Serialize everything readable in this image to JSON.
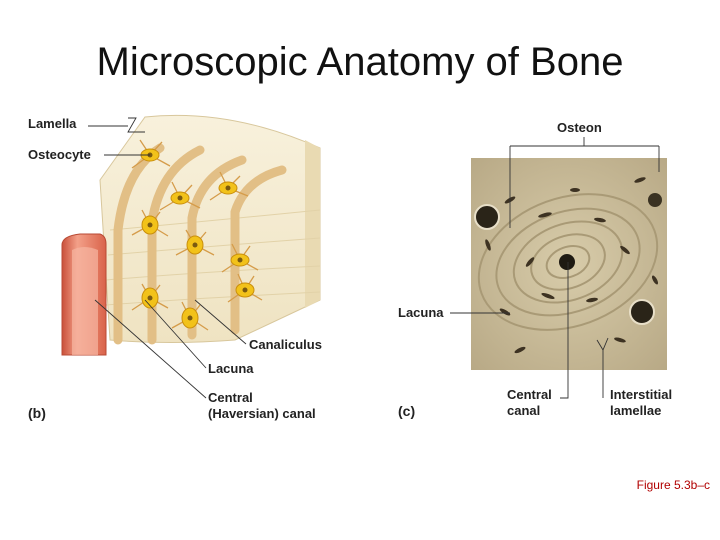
{
  "title": "Microscopic Anatomy of Bone",
  "panel_b": {
    "tag": "(b)",
    "labels": {
      "lamella": "Lamella",
      "osteocyte": "Osteocyte",
      "canaliculus": "Canaliculus",
      "lacuna": "Lacuna",
      "central_line1": "Central",
      "central_line2": "(Haversian) canal"
    }
  },
  "panel_c": {
    "tag": "(c)",
    "labels": {
      "osteon": "Osteon",
      "lacuna": "Lacuna",
      "central_line1": "Central",
      "central_line2": "canal",
      "interstitial_line1": "Interstitial",
      "interstitial_line2": "lamellae"
    }
  },
  "caption": "Figure 5.3b–c",
  "colors": {
    "bone_cream": "#f4ecd2",
    "lamella_tan": "#e6c996",
    "osteocyte_yellow": "#f2c21a",
    "canal_red": "#e8806a",
    "micro_bg": "#cfc1a0",
    "caption_red": "#b10000"
  }
}
